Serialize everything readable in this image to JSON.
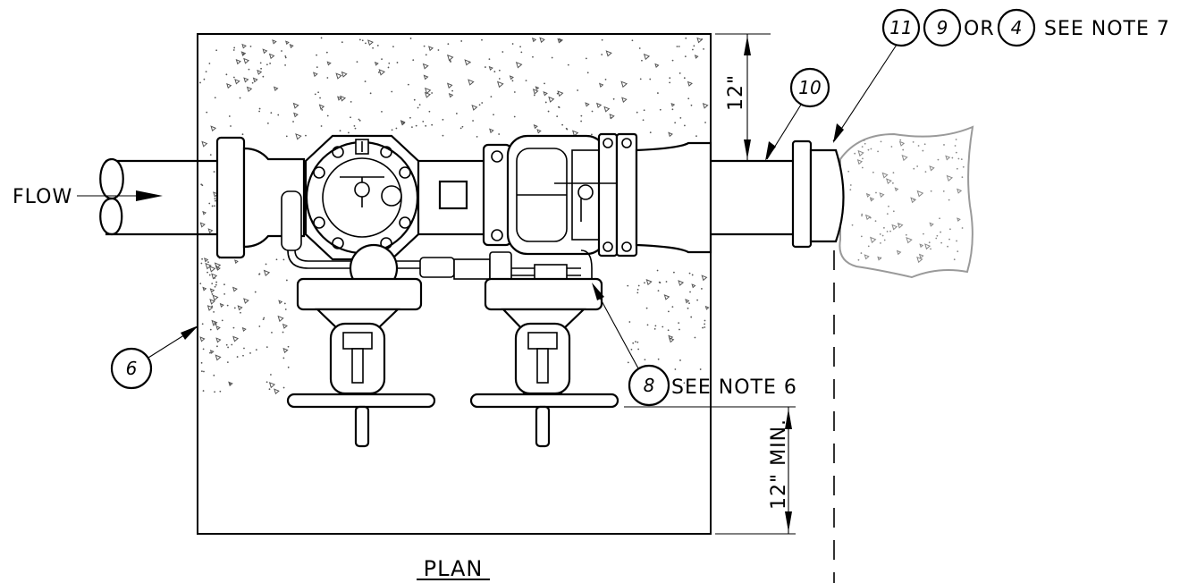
{
  "labels": {
    "flow": "FLOW",
    "dim_top": "12\"",
    "dim_bottom": "12\" MIN.",
    "or": "OR",
    "see_note_7": "SEE NOTE 7",
    "see_note_6": "SEE NOTE 6",
    "title": "PLAN"
  },
  "callouts": {
    "c11": "11",
    "c9": "9",
    "c4": "4",
    "c10": "10",
    "c8": "8",
    "c6": "6"
  }
}
